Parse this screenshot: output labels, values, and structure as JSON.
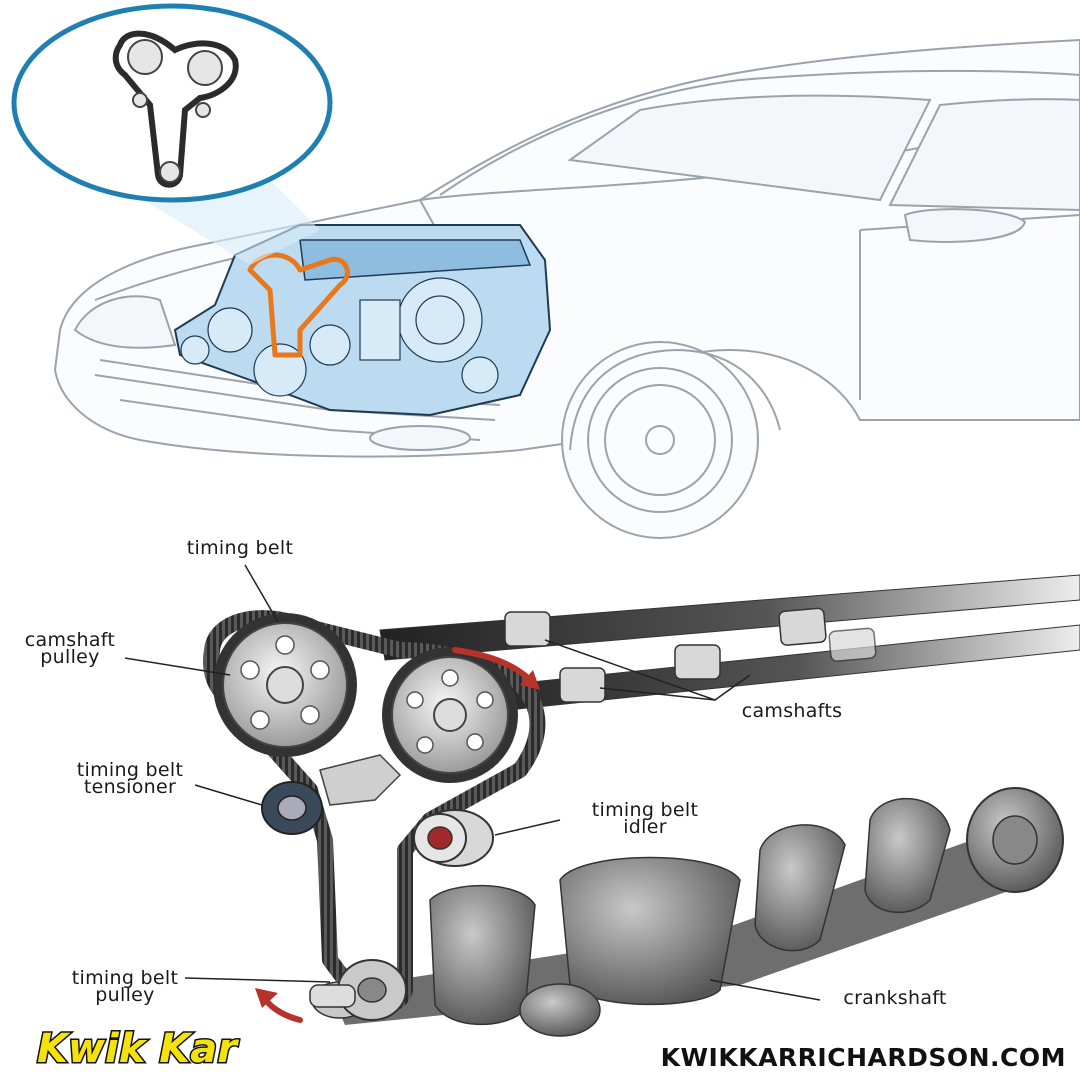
{
  "labels": {
    "timing_belt": "timing belt",
    "camshaft_pulley": [
      "camshaft",
      "pulley"
    ],
    "camshafts": "camshafts",
    "tensioner": [
      "timing belt",
      "tensioner"
    ],
    "idler": [
      "timing belt",
      "idler"
    ],
    "belt_pulley": [
      "timing belt",
      "pulley"
    ],
    "crankshaft": "crankshaft"
  },
  "brand": {
    "logo_text": "Kwik Kar",
    "website": "KWIKKARRICHARDSON.COM"
  },
  "colors": {
    "belt": "#2b2b2b",
    "engine": "#b9d9f0",
    "belt_highlight": "#e8781e",
    "arrow": "#b8322c",
    "logo_fill": "#f5e20a",
    "inset_ring": "#1f7fb0"
  }
}
